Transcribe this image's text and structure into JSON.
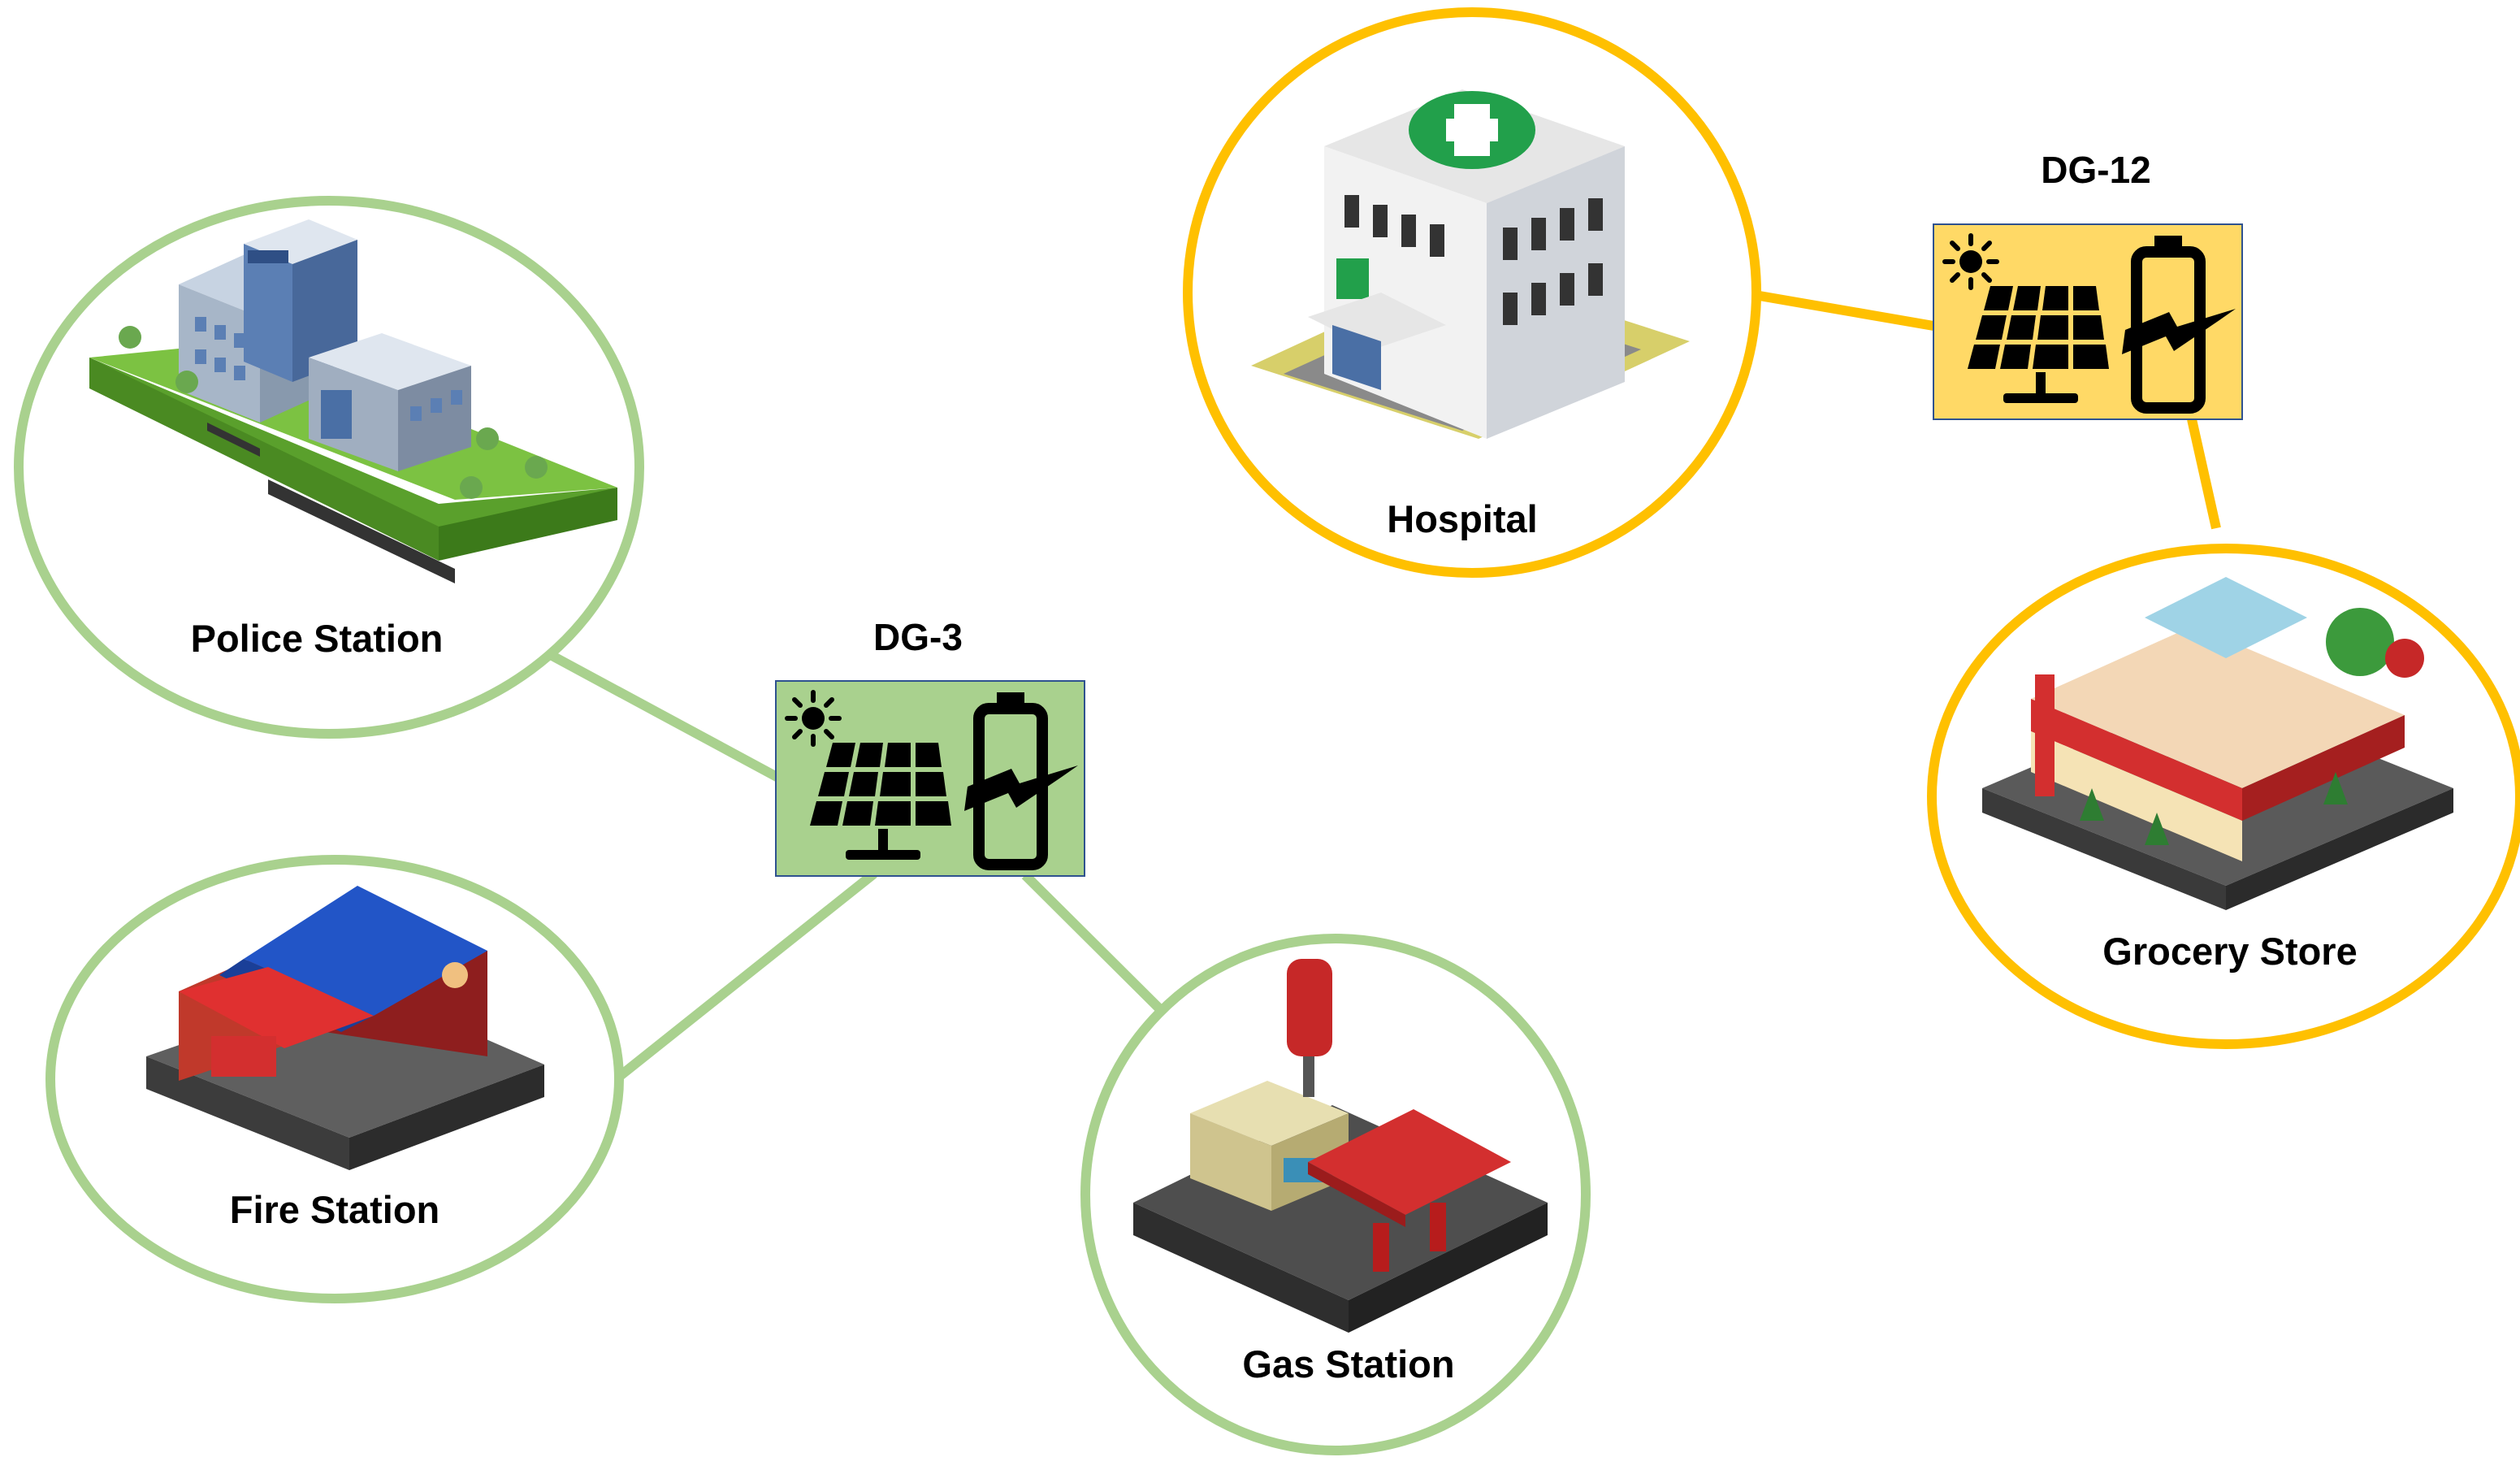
{
  "colors": {
    "green_ring": "#a9d18e",
    "green_fill": "#a9d18e",
    "orange_ring": "#ffc000",
    "orange_fill": "#ffd966",
    "icon_ink": "#000000"
  },
  "generators": [
    {
      "id": "dg3",
      "label": "DG-3",
      "icon": "solar-battery-icon"
    },
    {
      "id": "dg12",
      "label": "DG-12",
      "icon": "solar-battery-icon"
    }
  ],
  "facilities": [
    {
      "id": "police",
      "label": "Police Station",
      "icon": "police-station-icon",
      "grid": "dg3"
    },
    {
      "id": "fire",
      "label": "Fire Station",
      "icon": "fire-station-icon",
      "grid": "dg3"
    },
    {
      "id": "gas",
      "label": "Gas Station",
      "icon": "gas-station-icon",
      "grid": "dg3"
    },
    {
      "id": "hospital",
      "label": "Hospital",
      "icon": "hospital-icon",
      "grid": "dg12"
    },
    {
      "id": "grocery",
      "label": "Grocery Store",
      "icon": "grocery-store-icon",
      "grid": "dg12"
    }
  ]
}
